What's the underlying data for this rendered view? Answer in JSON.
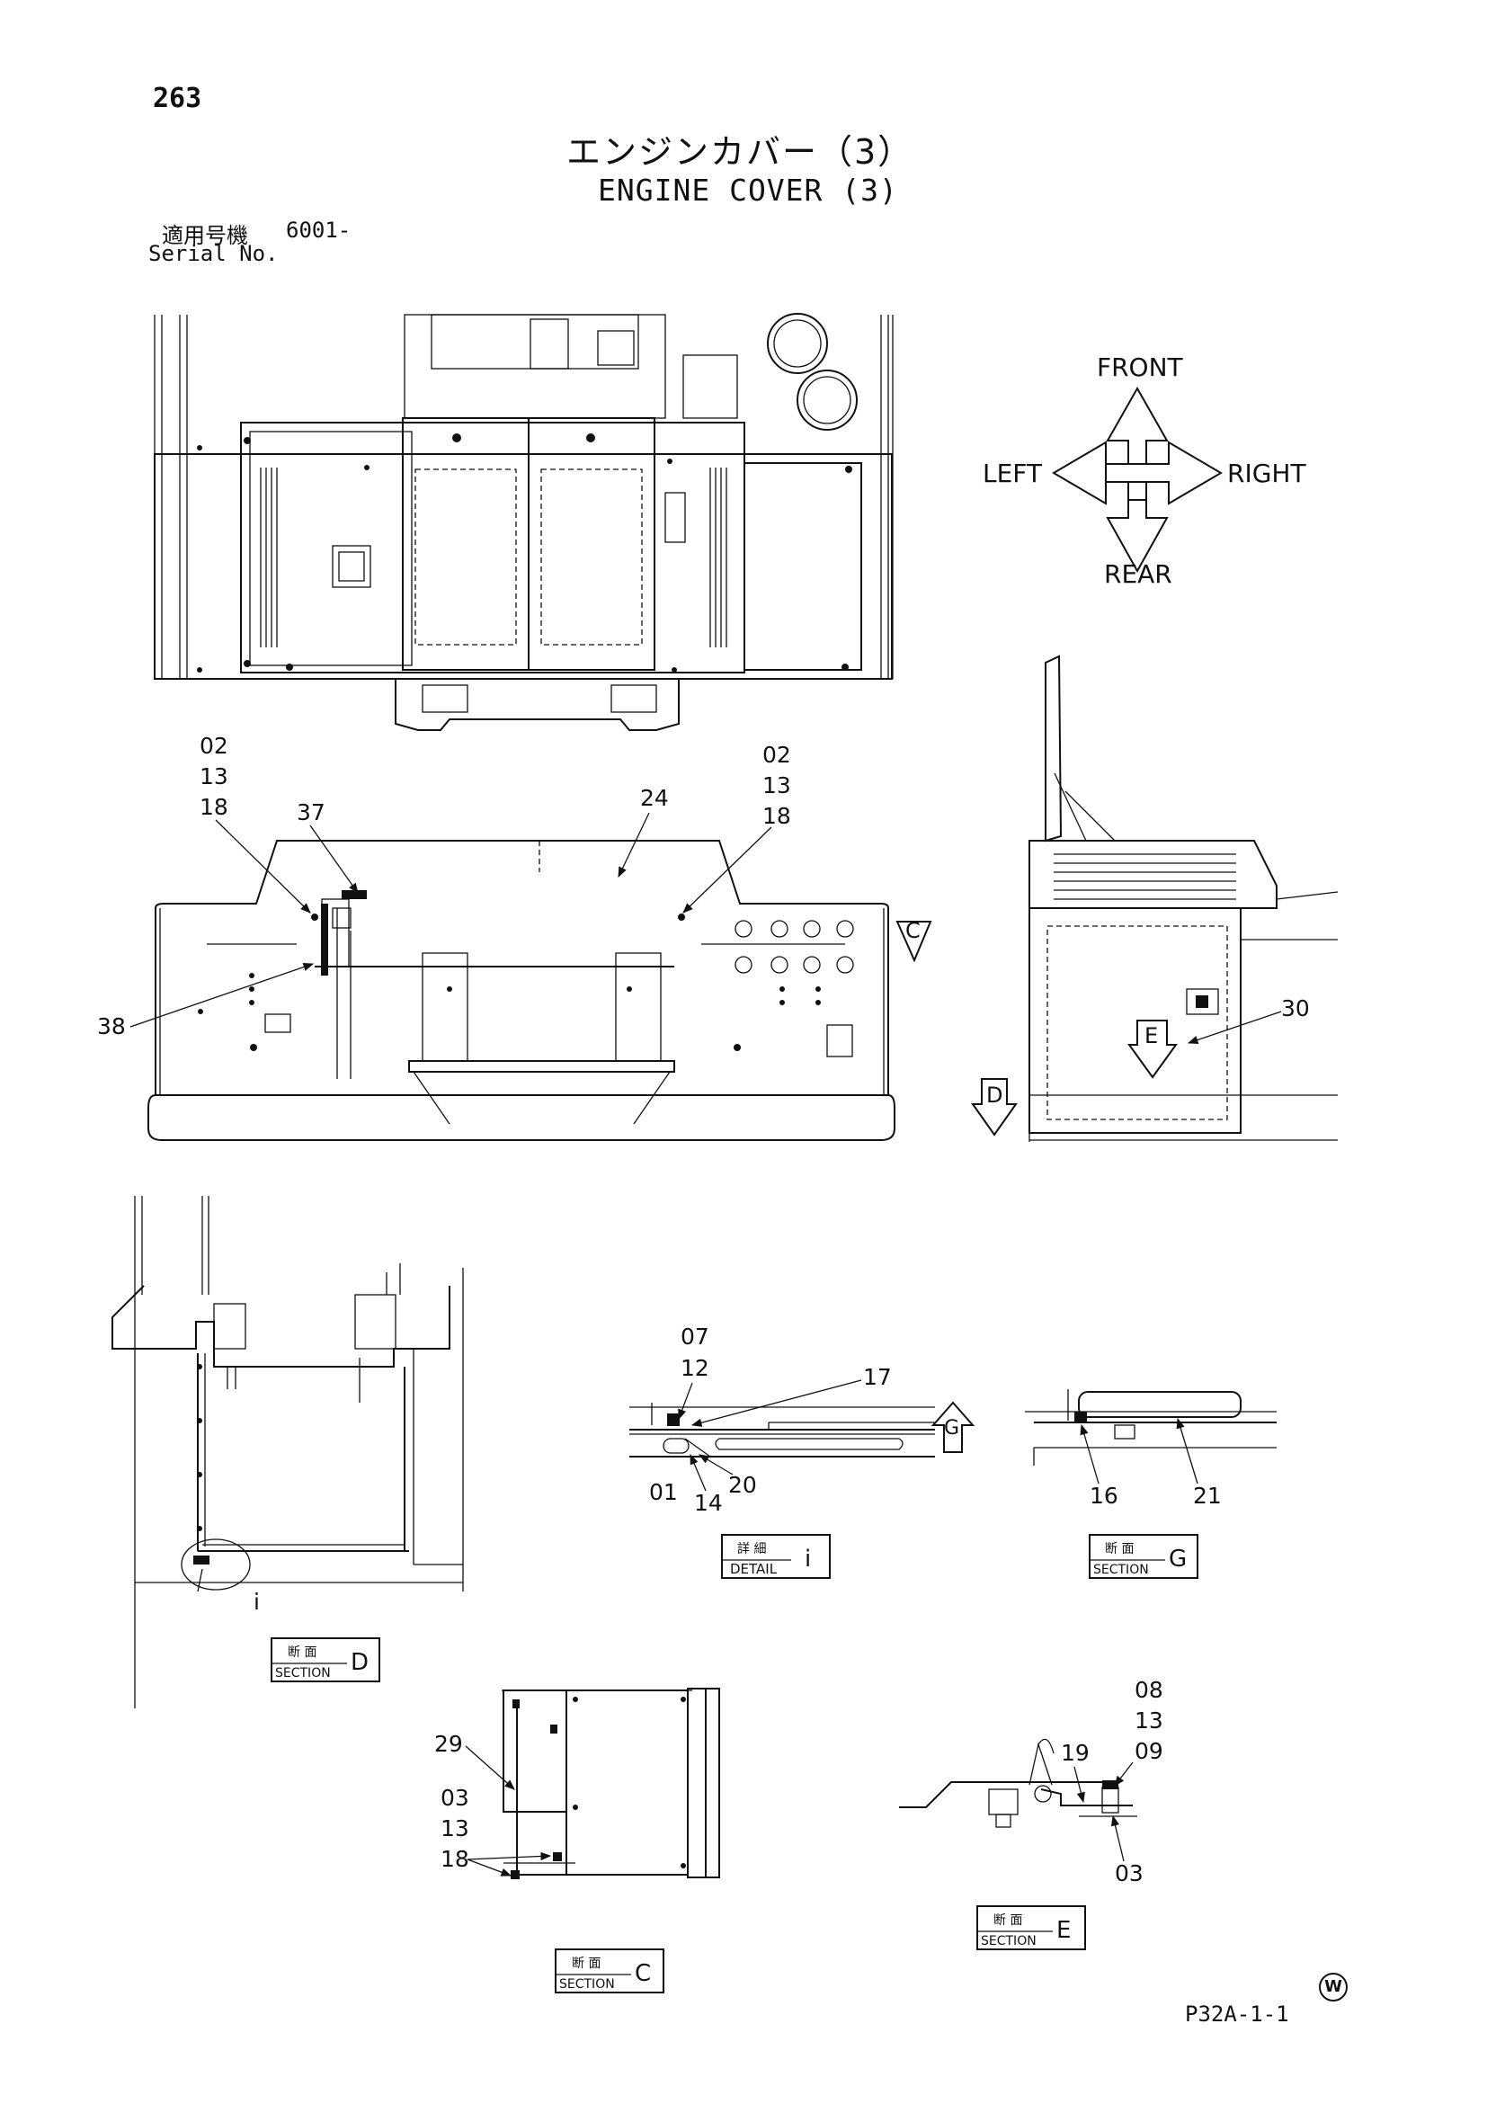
{
  "header": {
    "page_number": "263",
    "title_ja": "エンジンカバー（3）",
    "title_en": "ENGINE COVER (3)",
    "serial_label_ja": "適用号機",
    "serial_value": "6001-",
    "serial_label_en": "Serial No."
  },
  "orientation": {
    "front": "FRONT",
    "rear": "REAR",
    "left": "LEFT",
    "right": "RIGHT"
  },
  "callouts": {
    "top_left": [
      "02",
      "13",
      "18"
    ],
    "top_right": [
      "02",
      "13",
      "18"
    ],
    "part_37": "37",
    "part_24": "24",
    "part_38": "38",
    "part_30": "30",
    "view_c": "C",
    "view_d": "D",
    "view_e": "E",
    "view_g": "G",
    "detail_i_stack": [
      "07",
      "12"
    ],
    "part_17": "17",
    "part_01": "01",
    "part_14": "14",
    "part_20": "20",
    "part_16": "16",
    "part_21": "21",
    "detail_i_mark": "i",
    "part_29": "29",
    "section_c_stack": [
      "03",
      "13",
      "18"
    ],
    "section_e_stack": [
      "08",
      "13",
      "09"
    ],
    "part_19": "19",
    "part_03": "03"
  },
  "labels": {
    "detail_i": {
      "ja": "詳 細",
      "en": "DETAIL",
      "id": "i"
    },
    "section_g": {
      "ja": "断 面",
      "en": "SECTION",
      "id": "G"
    },
    "section_d": {
      "ja": "断 面",
      "en": "SECTION",
      "id": "D"
    },
    "section_c": {
      "ja": "断 面",
      "en": "SECTION",
      "id": "C"
    },
    "section_e": {
      "ja": "断 面",
      "en": "SECTION",
      "id": "E"
    }
  },
  "footer": {
    "watermark": "W",
    "drawing_code": "P32A-1-1"
  }
}
